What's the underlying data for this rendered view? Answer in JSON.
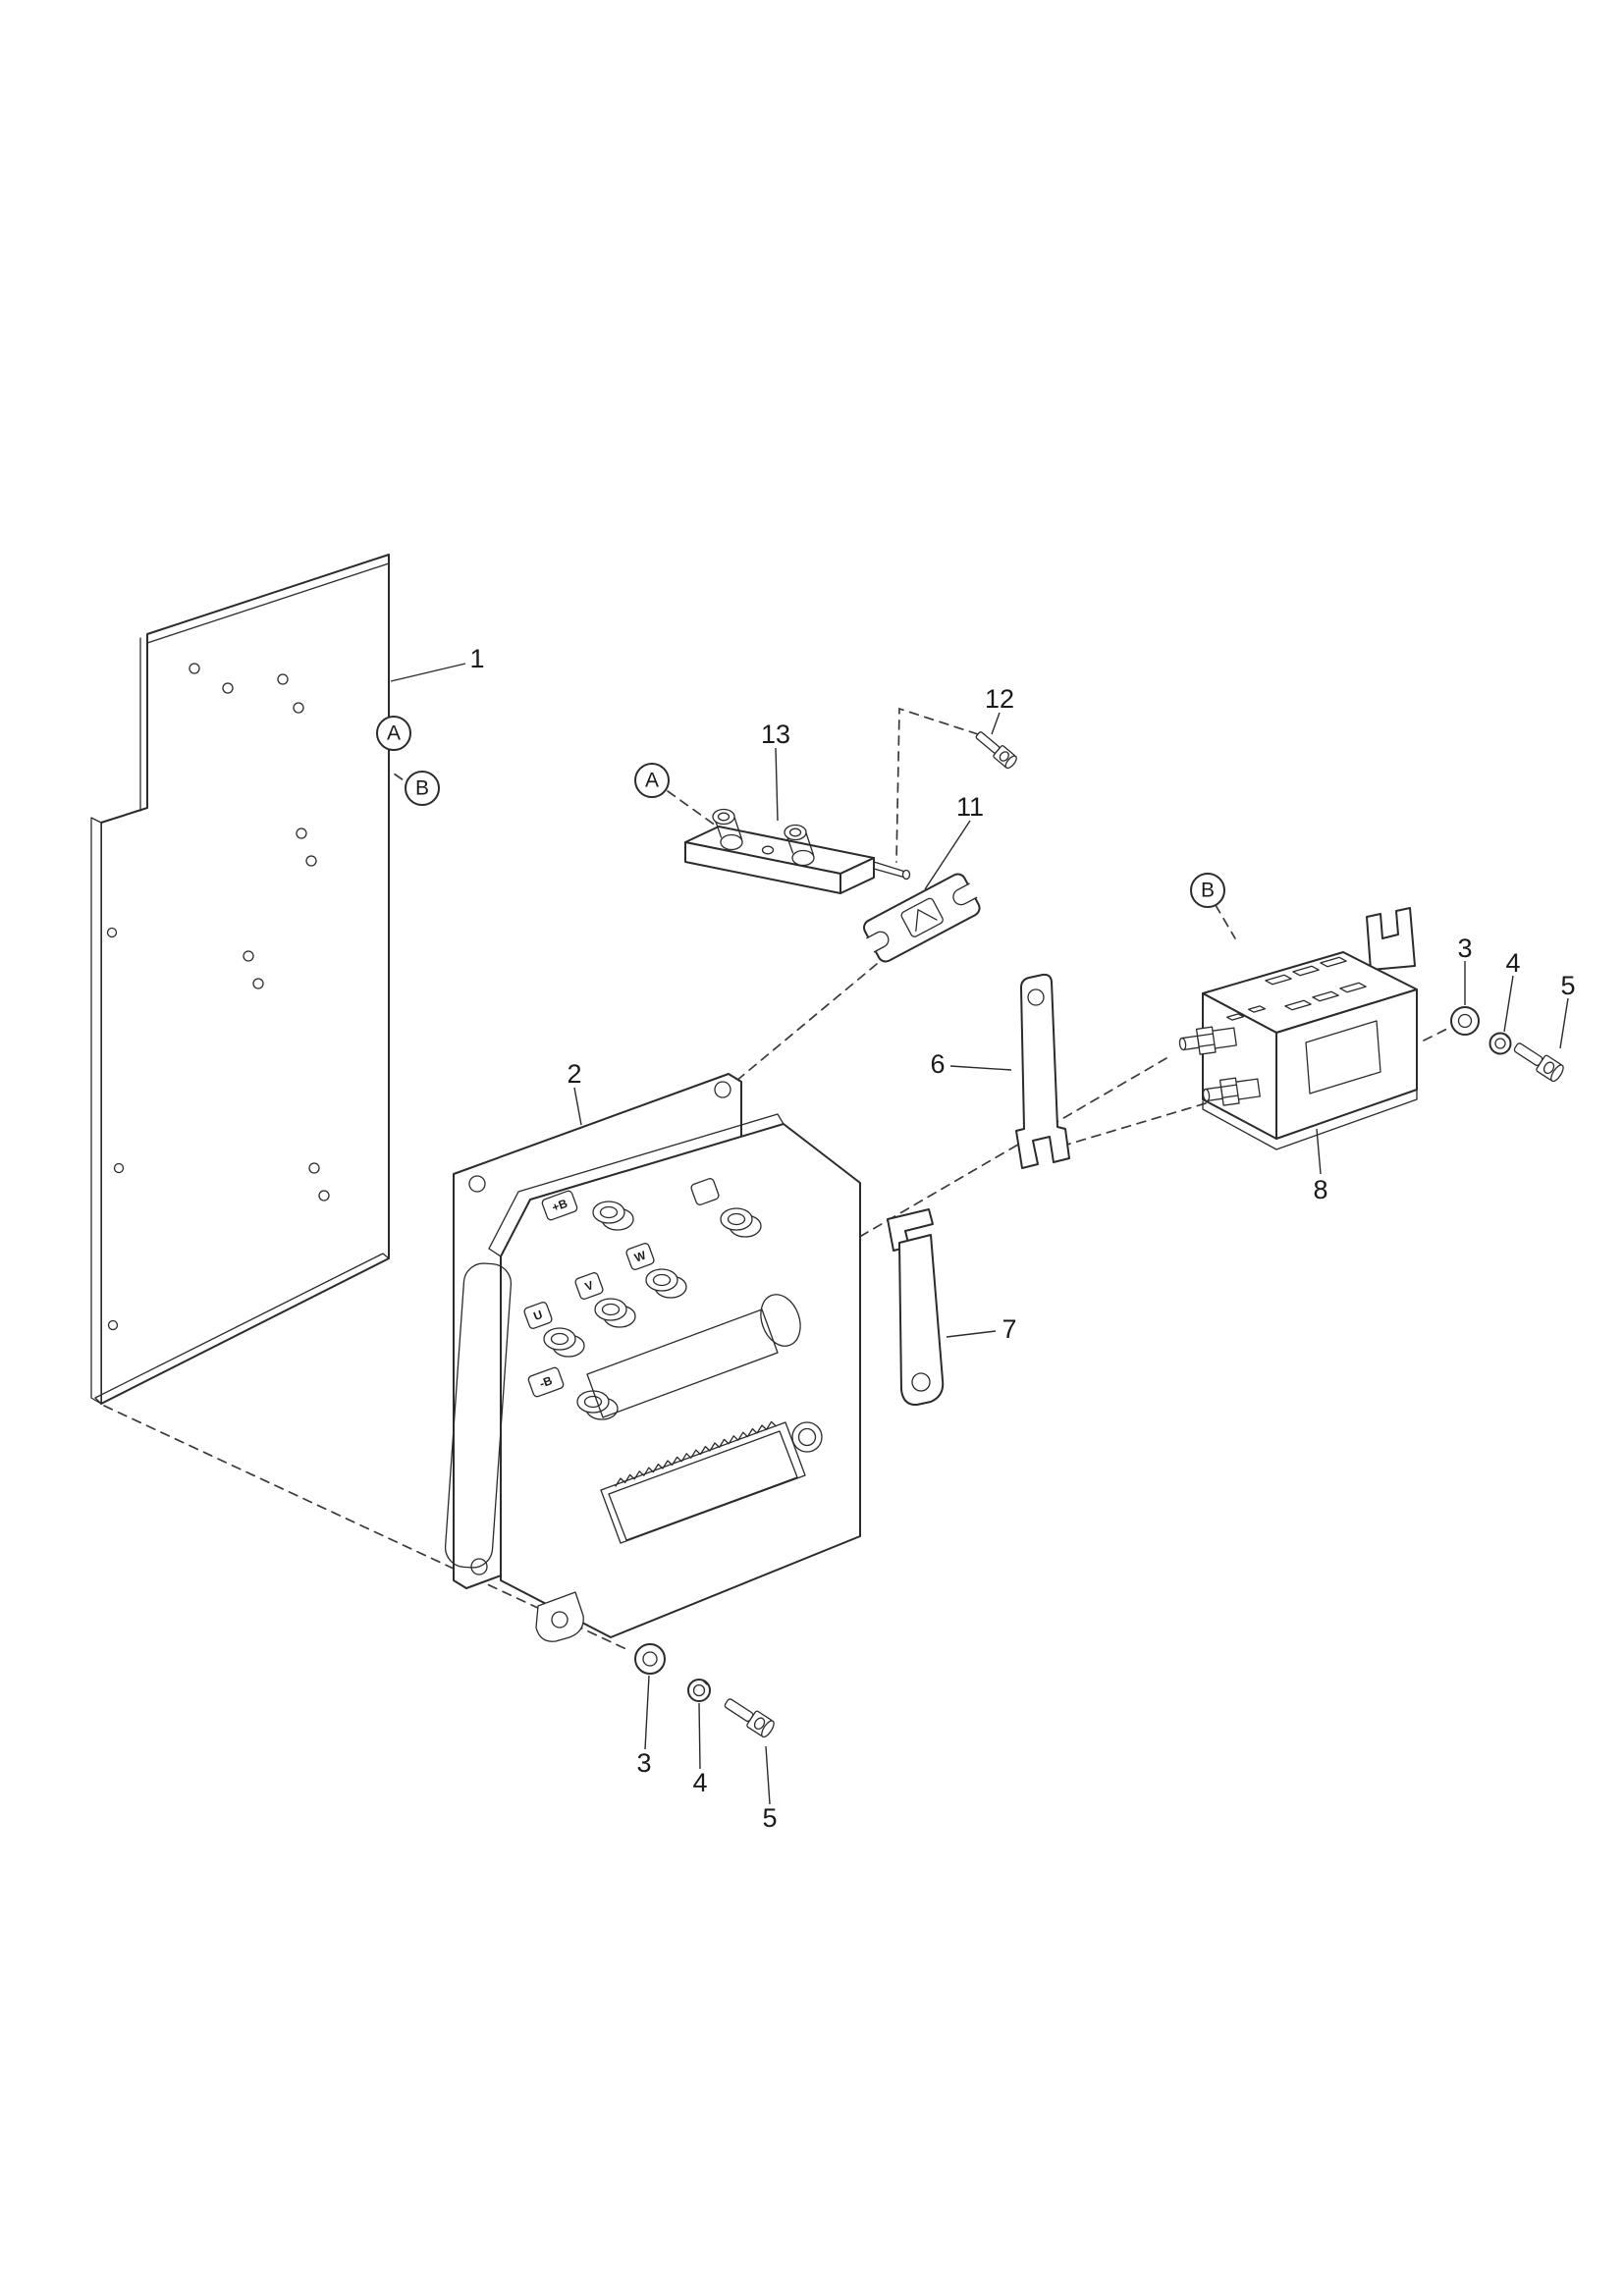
{
  "page": {
    "background": "#ffffff",
    "ink": "#2b2b2b"
  },
  "parts": {
    "plate": "1",
    "controller": "2",
    "washer": "3",
    "lock_washer": "4",
    "screw": "5",
    "fork_bracket": "6",
    "hook_bracket": "7",
    "contactor": "8",
    "fuse": "11",
    "fuse_screw": "12",
    "busbar": "13"
  },
  "callouts": {
    "a": "A",
    "b": "B"
  },
  "terminals": {
    "plus_b": "+B",
    "minus_b": "-B",
    "u": "U",
    "v": "V",
    "w": "W"
  }
}
